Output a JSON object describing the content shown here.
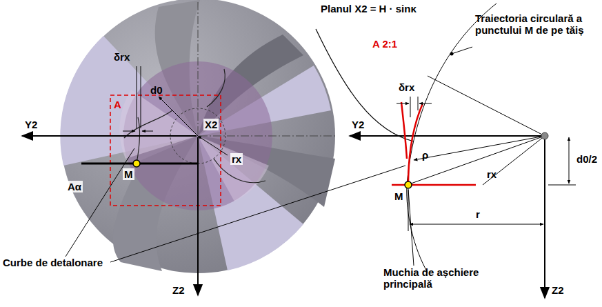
{
  "diagram": {
    "labels": [
      "Planul X2 = H · sinκ",
      "Traiectoria circulară a punctului M de pe tăiș",
      "A 2:1",
      "A",
      "d0",
      "δrx",
      "Y2",
      "X2",
      "rx",
      "Aα",
      "M",
      "Curbe de detalonare",
      "Z2",
      "δrx",
      "Y2",
      "ρ",
      "rx",
      "d0/2",
      "M",
      "r",
      "Z2",
      "Muchia de așchiere principală"
    ]
  }
}
